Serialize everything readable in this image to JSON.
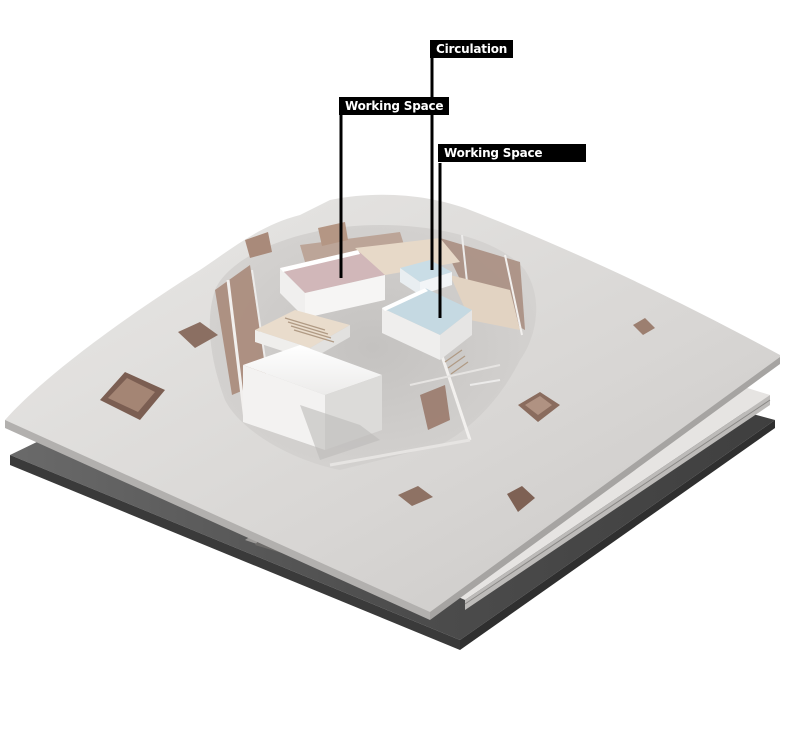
{
  "diagram": {
    "type": "exploded axonometric architectural model",
    "labels": [
      {
        "id": "circulation",
        "text": "Circulation"
      },
      {
        "id": "working-space-1",
        "text": "Working Space"
      },
      {
        "id": "working-space-2",
        "text": "Working Space"
      }
    ],
    "colors": {
      "background": "#ffffff",
      "top_slab": "#d9d7d5",
      "middle_slab": "#e4e2e0",
      "bottom_slab": "#555555",
      "working_space_floor": "#cdb2b4",
      "circulation_floor": "#c8dbe3",
      "wall_panels": "#a98a7a",
      "label_bg": "#000000",
      "label_text": "#ffffff"
    }
  }
}
